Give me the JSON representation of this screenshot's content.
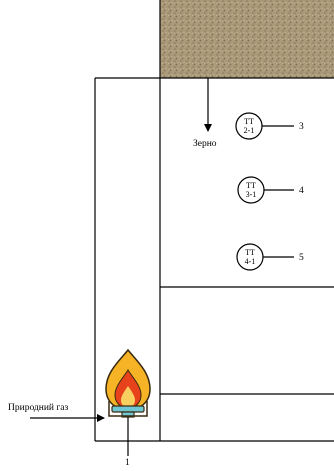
{
  "labels": {
    "grain": "Зерно",
    "natural_gas": "Природний газ",
    "burner_number": "1"
  },
  "sensors": [
    {
      "line1": "ТТ",
      "line2": "2-1",
      "number": "3"
    },
    {
      "line1": "ТТ",
      "line2": "3-1",
      "number": "4"
    },
    {
      "line1": "ТТ",
      "line2": "4-1",
      "number": "5"
    }
  ],
  "colors": {
    "line": "#000000",
    "grain_fill": "#a89878",
    "flame_outer": "#f5b325",
    "flame_inner": "#e8421c",
    "burner_base": "#6fc7d4"
  }
}
